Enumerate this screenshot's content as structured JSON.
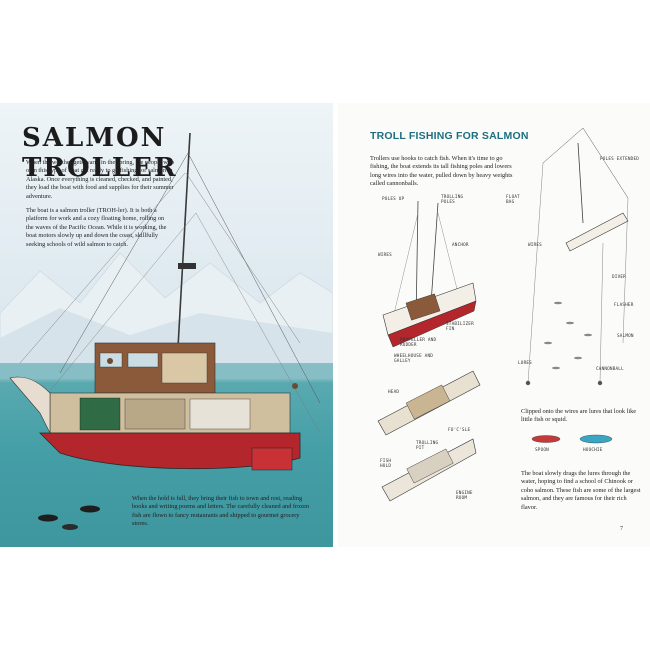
{
  "left": {
    "title": "SALMON TROLLER",
    "intro": "When the weather gets warm in the spring, the people who own this type of boat get ready to go fishing for salmon in Alaska. Once everything is cleaned, checked, and painted, they load the boat with food and supplies for their summer adventure.",
    "intro2": "The boat is a salmon troller (TROH-ler). It is both a platform for work and a cozy floating home, rolling on the waves of the Pacific Ocean. While it is working, the boat motors slowly up and down the coast, skillfully seeking schools of wild salmon to catch.",
    "hold_caption": "When the hold is full, they bring their fish to town and rest, reading books and writing poems and letters. The carefully cleaned and frozen fish are flown to fancy restaurants and shipped to gourmet grocery stores."
  },
  "right": {
    "title": "TROLL FISHING FOR SALMON",
    "intro": "Trollers use hooks to catch fish. When it's time to go fishing, the boat extends its tall fishing poles and lowers long wires into the water, pulled down by heavy weights called cannonballs.",
    "lures_text": "Clipped onto the wires are lures that look like little fish or squid.",
    "slow_text": "The boat slowly drags the lures through the water, hoping to find a school of Chinook or coho salmon. These fish are some of the largest salmon, and they are famous for their rich flavor.",
    "page_number": "7",
    "labels": {
      "poles_up": "POLES UP",
      "trolling_poles": "TROLLING POLES",
      "wires": "WIRES",
      "anchor": "ANCHOR",
      "stabilizer_fin": "STABILIZER FIN",
      "propeller_rudder": "PROPELLER AND RUDDER",
      "wheelhouse_galley": "WHEELHOUSE AND GALLEY",
      "head": "HEAD",
      "focsle": "FO'C'SLE",
      "trolling_pit": "TROLLING PIT",
      "fish_hold": "FISH HOLD",
      "engine_room": "ENGINE ROOM",
      "poles_extended": "POLES EXTENDED",
      "float_bag": "FLOAT BAG",
      "wires2": "WIRES",
      "diver": "DIVER",
      "flasher": "FLASHER",
      "salmon": "SALMON",
      "lures": "LURES",
      "cannonball": "CANNONBALL",
      "spoon": "SPOON",
      "hoochie": "HOOCHIE"
    }
  },
  "colors": {
    "hull_red": "#b3262b",
    "sea": "#3f9ba3",
    "title_teal": "#1d6f80"
  }
}
